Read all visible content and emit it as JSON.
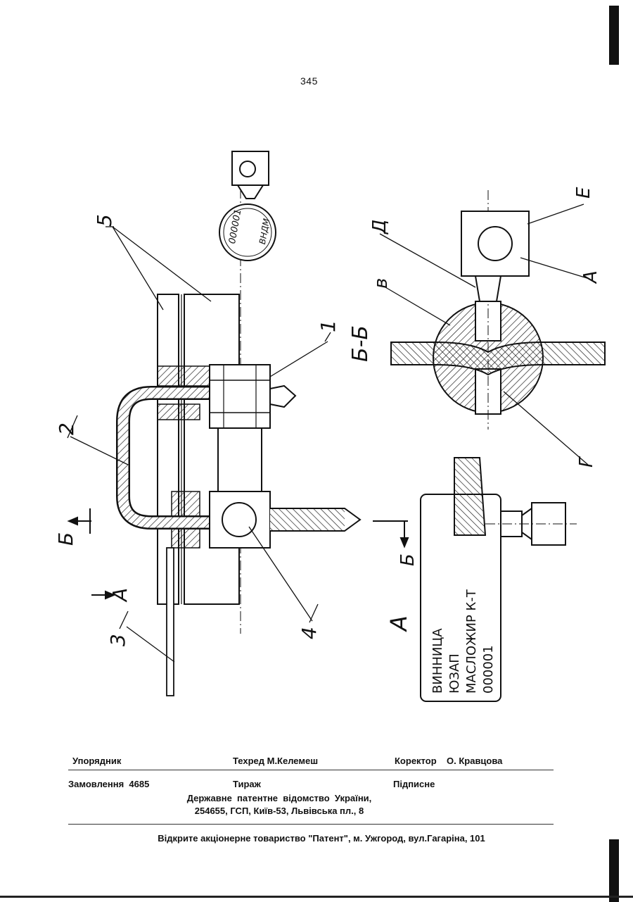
{
  "page_number": "345",
  "figure": {
    "callouts": {
      "c1": "1",
      "c2": "2",
      "c3": "3",
      "c4": "4",
      "c5": "5",
      "cD": "Д",
      "cV": "в",
      "cE": "Е",
      "cA2": "А",
      "cG": "Г",
      "section_BB": "Б-Б",
      "view_A": "А",
      "arrow_A": "А",
      "cut_B_left": "Б",
      "cut_B_right": "Б"
    },
    "seal_text": {
      "number": "000001",
      "maker": "ВНДМ"
    },
    "plate_lines": [
      "ВИННИЦА",
      "ЮЗАП",
      "МАСЛОЖИР К-Т",
      "000001"
    ]
  },
  "footer": {
    "row1": {
      "compiler": "Упорядник",
      "techred": "Техред М.Келемеш",
      "corrector_label": "Коректор",
      "corrector_name": "О. Кравцова"
    },
    "row2": {
      "order": "Замовлення  4685",
      "print_run": "Тираж",
      "subscription": "Підписне"
    },
    "office_line1": "Державне  патентне  відомство  України,",
    "office_line2": "254655, ГСП, Київ-53, Львівська пл., 8",
    "publisher": "Відкрите акціонерне товариство \"Патент\", м. Ужгород, вул.Гагаріна, 101"
  }
}
